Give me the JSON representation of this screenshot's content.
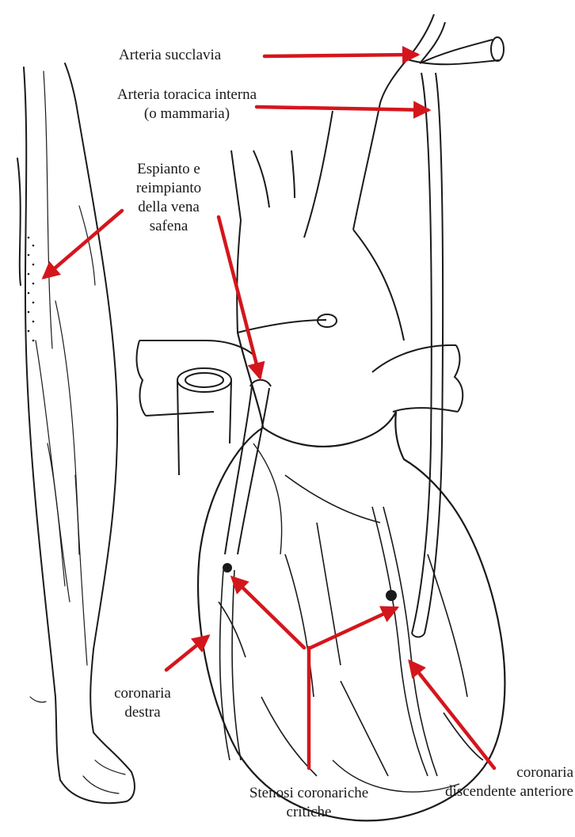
{
  "labels": {
    "succlavia": "Arteria succlavia",
    "toracica_l1": "Arteria toracica interna",
    "toracica_l2": "(o mammaria)",
    "espianto_l1": "Espianto e",
    "espianto_l2": "reimpianto",
    "espianto_l3": "della vena",
    "espianto_l4": "safena",
    "destra_l1": "coronaria",
    "destra_l2": "destra",
    "stenosi_l1": "Stenosi coronariche",
    "stenosi_l2": "critiche",
    "discendente_l1": "coronaria",
    "discendente_l2": "discendente anteriore"
  },
  "colors": {
    "arrow": "#d4161c",
    "ink": "#1a1a1a"
  }
}
